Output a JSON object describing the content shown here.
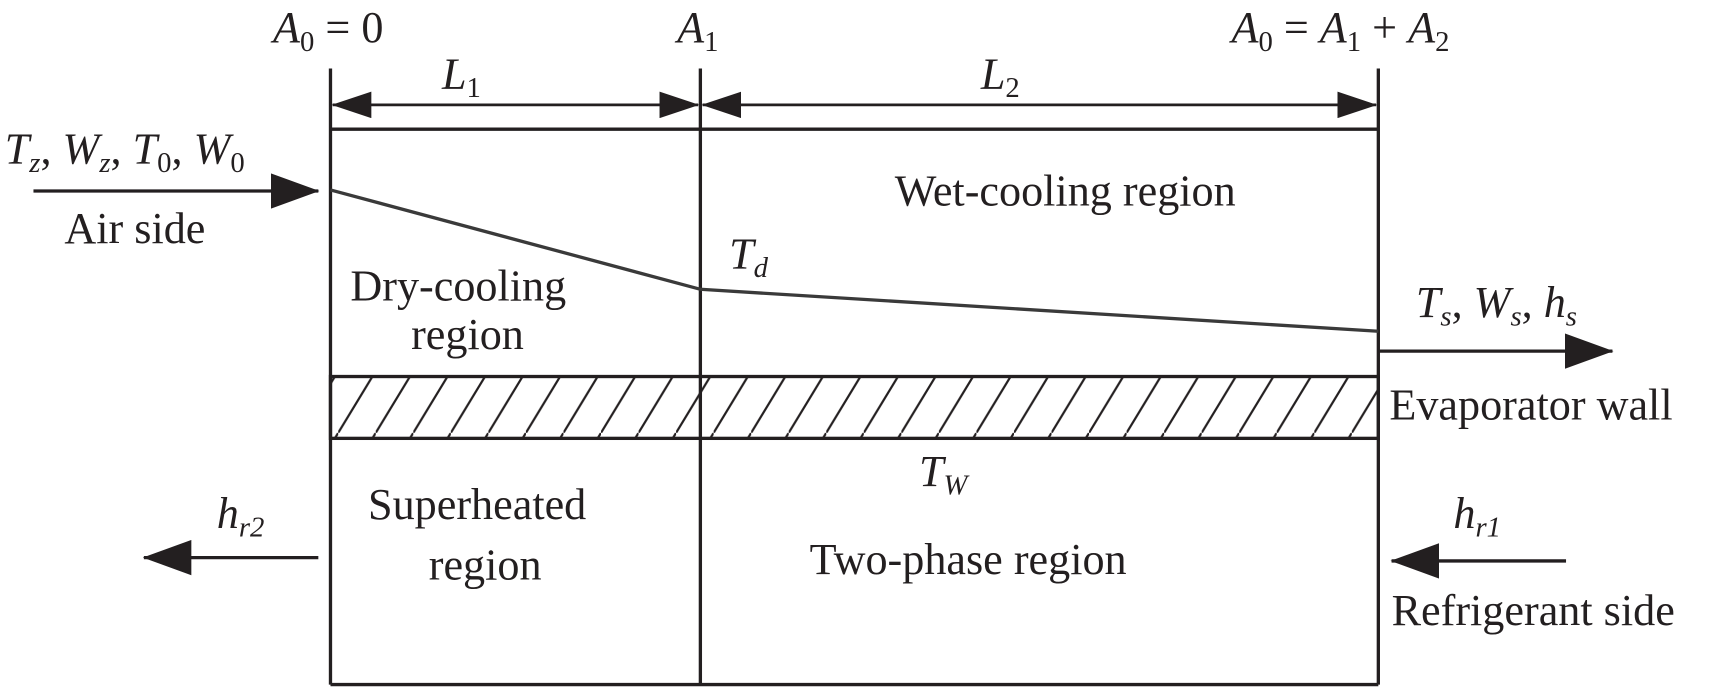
{
  "labels": {
    "a0_start": [
      "A",
      "0",
      " = 0"
    ],
    "a1": [
      "A",
      "1"
    ],
    "a0_end": [
      "A",
      "0",
      " = ",
      "A",
      "1",
      " + ",
      "A",
      "2"
    ],
    "l1": [
      "L",
      "1"
    ],
    "l2": [
      "L",
      "2"
    ],
    "air_inputs": [
      "T",
      "z",
      ", ",
      "W",
      "z",
      ", ",
      "T",
      "0",
      ", ",
      "W",
      "0"
    ],
    "air_side": "Air side",
    "wet_region": "Wet-cooling region",
    "dry_region_line1": "Dry-cooling",
    "dry_region_line2": "region",
    "td": [
      "T",
      "d"
    ],
    "outlet": [
      "T",
      "s",
      ", ",
      "W",
      "s",
      ", ",
      "h",
      "s"
    ],
    "evaporator_wall": "Evaporator wall",
    "tw": [
      "T",
      "W"
    ],
    "superheated_line1": "Superheated",
    "superheated_line2": "region",
    "two_phase": "Two-phase region",
    "hr2": [
      "h",
      "r2"
    ],
    "hr1": [
      "h",
      "r1"
    ],
    "refrigerant_side": "Refrigerant side"
  },
  "colors": {
    "line": "#231f20",
    "temperature_line": "#3a3a3a"
  }
}
